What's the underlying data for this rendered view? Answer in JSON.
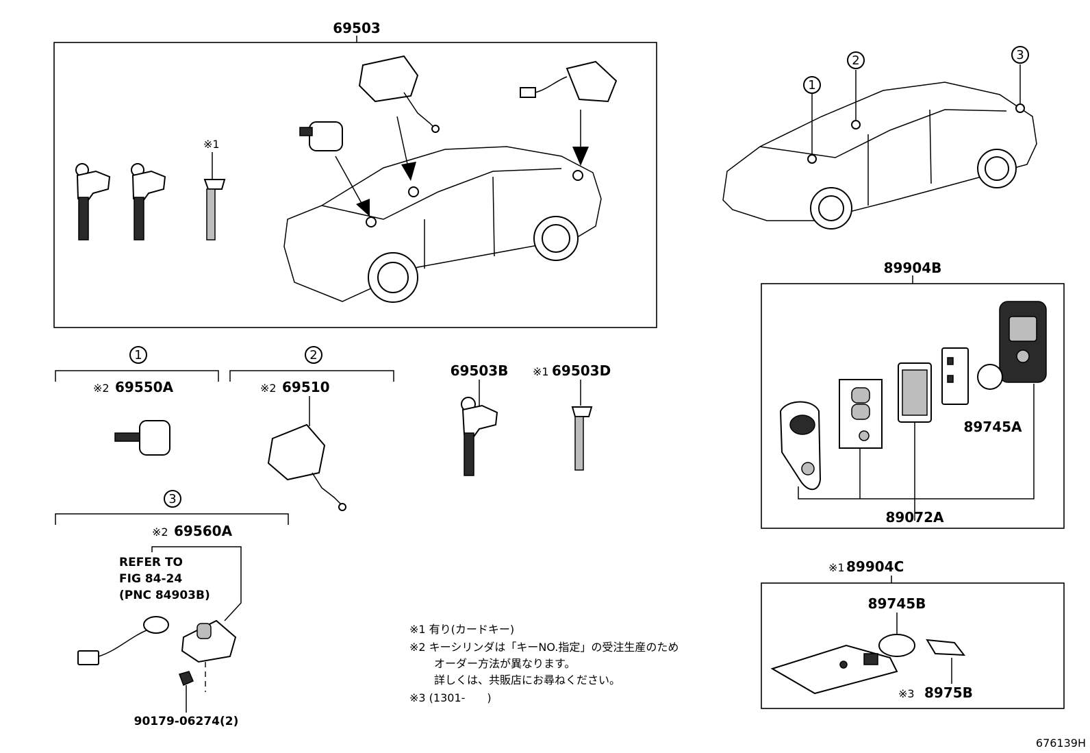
{
  "labels": {
    "main_assembly": "69503",
    "remote_kit": "89904B",
    "card_kit": "89904C",
    "group1_part": "69550A",
    "group2_part": "69510",
    "group3_part": "69560A",
    "key_blank": "69503B",
    "card_key_blank": "69503D",
    "transmitter_housing": "89072A",
    "battery_a": "89745A",
    "battery_b": "89745B",
    "card_part": "8975B",
    "bolt": "90179-06274(2)",
    "drawing_id": "676139H"
  },
  "marks": {
    "m1": "※1",
    "m2": "※2",
    "m3": "※3"
  },
  "circled": {
    "c1": "1",
    "c2": "2",
    "c3": "3"
  },
  "refer": {
    "line1": "REFER TO",
    "line2": "FIG 84-24",
    "line3": "(PNC 84903B)"
  },
  "notes": {
    "n1": "※1 有り(カードキー)",
    "n2a": "※2 キーシリンダは「キーNO.指定」の受注生産のため",
    "n2b": "オーダー方法が異なります。",
    "n2c": "詳しくは、共販店にお尋ねください。",
    "n3": "※3 (1301-　　)"
  }
}
